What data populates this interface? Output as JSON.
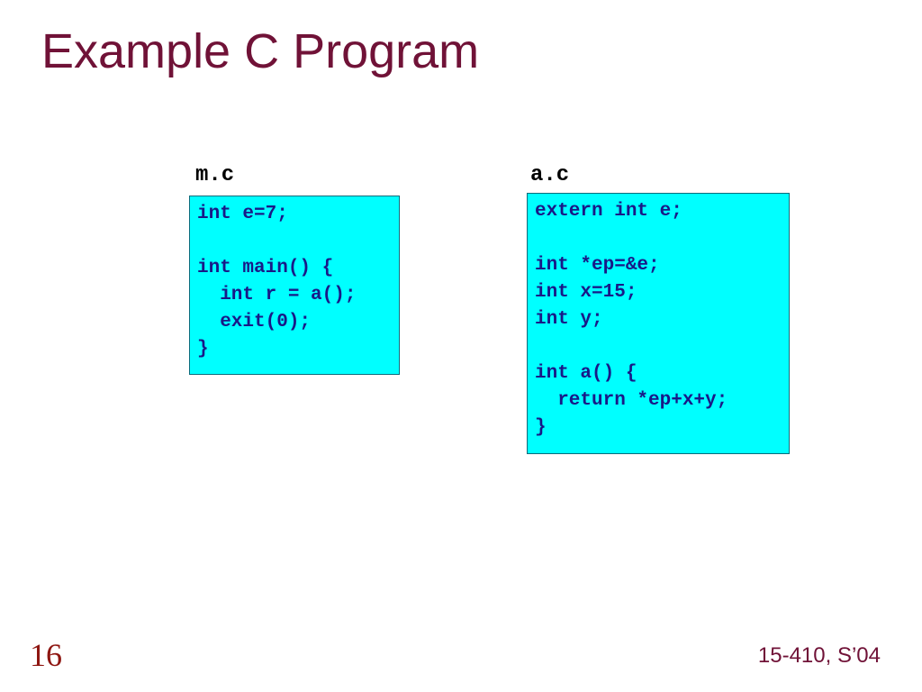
{
  "slide": {
    "title": "Example C Program",
    "page_number": "16",
    "footer": "15-410, S’04",
    "colors": {
      "title_text": "#701237",
      "footer_text": "#701237",
      "page_number_text": "#8e1611",
      "code_text": "#191987",
      "code_box_background": "#00ffff",
      "code_box_border": "#0b6b7b",
      "label_text": "#000000",
      "slide_background": "#ffffff"
    }
  },
  "code_files": [
    {
      "label": "m.c",
      "code": "int e=7;\n\nint main() {\n  int r = a();\n  exit(0);\n}"
    },
    {
      "label": "a.c",
      "code": "extern int e;\n\nint *ep=&e;\nint x=15;\nint y;\n\nint a() {\n  return *ep+x+y;\n}"
    }
  ]
}
